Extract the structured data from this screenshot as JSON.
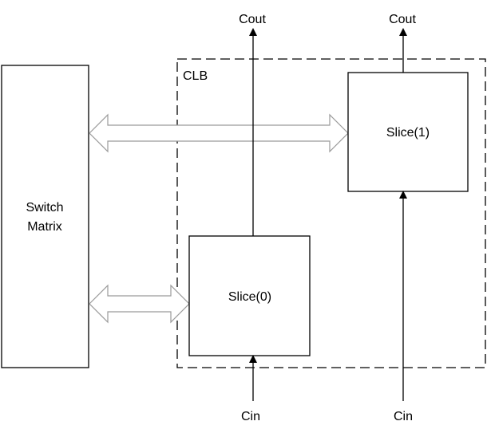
{
  "diagram": {
    "switch_matrix": {
      "line1": "Switch",
      "line2": "Matrix"
    },
    "clb": {
      "label": "CLB"
    },
    "slice0": {
      "label": "Slice(0)"
    },
    "slice1": {
      "label": "Slice(1)"
    },
    "cout_left": "Cout",
    "cout_right": "Cout",
    "cin_left": "Cin",
    "cin_right": "Cin",
    "colors": {
      "stroke": "#000000",
      "arrow_outline": "#9a9a9a",
      "background": "#ffffff"
    }
  }
}
